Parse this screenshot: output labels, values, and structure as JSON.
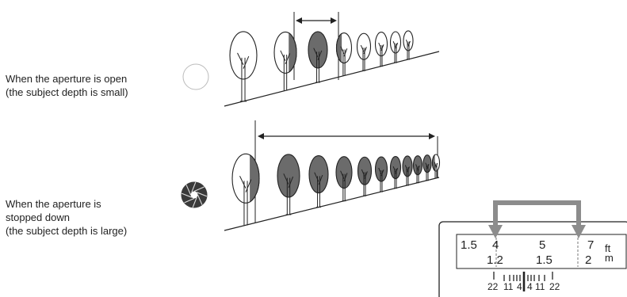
{
  "captions": {
    "open": {
      "line1": "When the aperture is open",
      "line2": "(the subject depth is small)"
    },
    "stopped": {
      "line1": "When the aperture is",
      "line2": "stopped down",
      "line3": "(the subject depth is large)"
    }
  },
  "icons": {
    "open_aperture": "aperture-open-icon",
    "stopped_aperture": "aperture-stopped-icon"
  },
  "scale": {
    "feet": [
      "1.5",
      "4",
      "5",
      "7"
    ],
    "meters": [
      "1.2",
      "1.5",
      "2"
    ],
    "unit_ft": "ft",
    "unit_m": "m",
    "dof_left": [
      "22",
      "11",
      "4"
    ],
    "dof_right": [
      "4",
      "11",
      "22"
    ]
  },
  "colors": {
    "in_focus_tree": "#6b6b6b",
    "out_of_focus_tree": "#ffffff",
    "bracket": "#8c8c8c",
    "line": "#222222"
  }
}
